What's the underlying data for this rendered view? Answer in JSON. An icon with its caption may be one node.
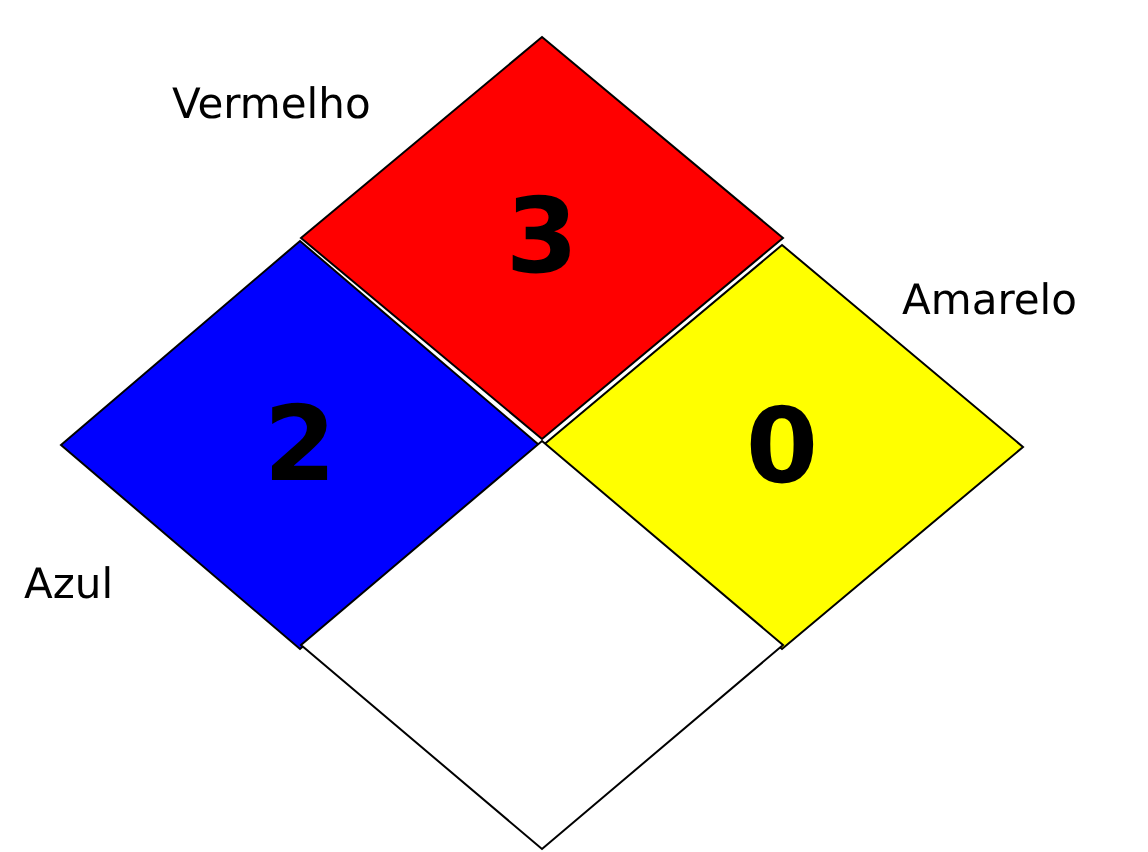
{
  "diagram": {
    "nodes": [
      {
        "text": [
          "3"
        ],
        "beside": [
          "Vermelho"
        ]
      },
      {
        "text": [
          "2"
        ],
        "beside": [
          "Azul"
        ]
      },
      {
        "text": [
          "0"
        ],
        "beside": [
          "Amarelo"
        ]
      },
      {
        "text": [],
        "shape": "diamond"
      }
    ]
  }
}
